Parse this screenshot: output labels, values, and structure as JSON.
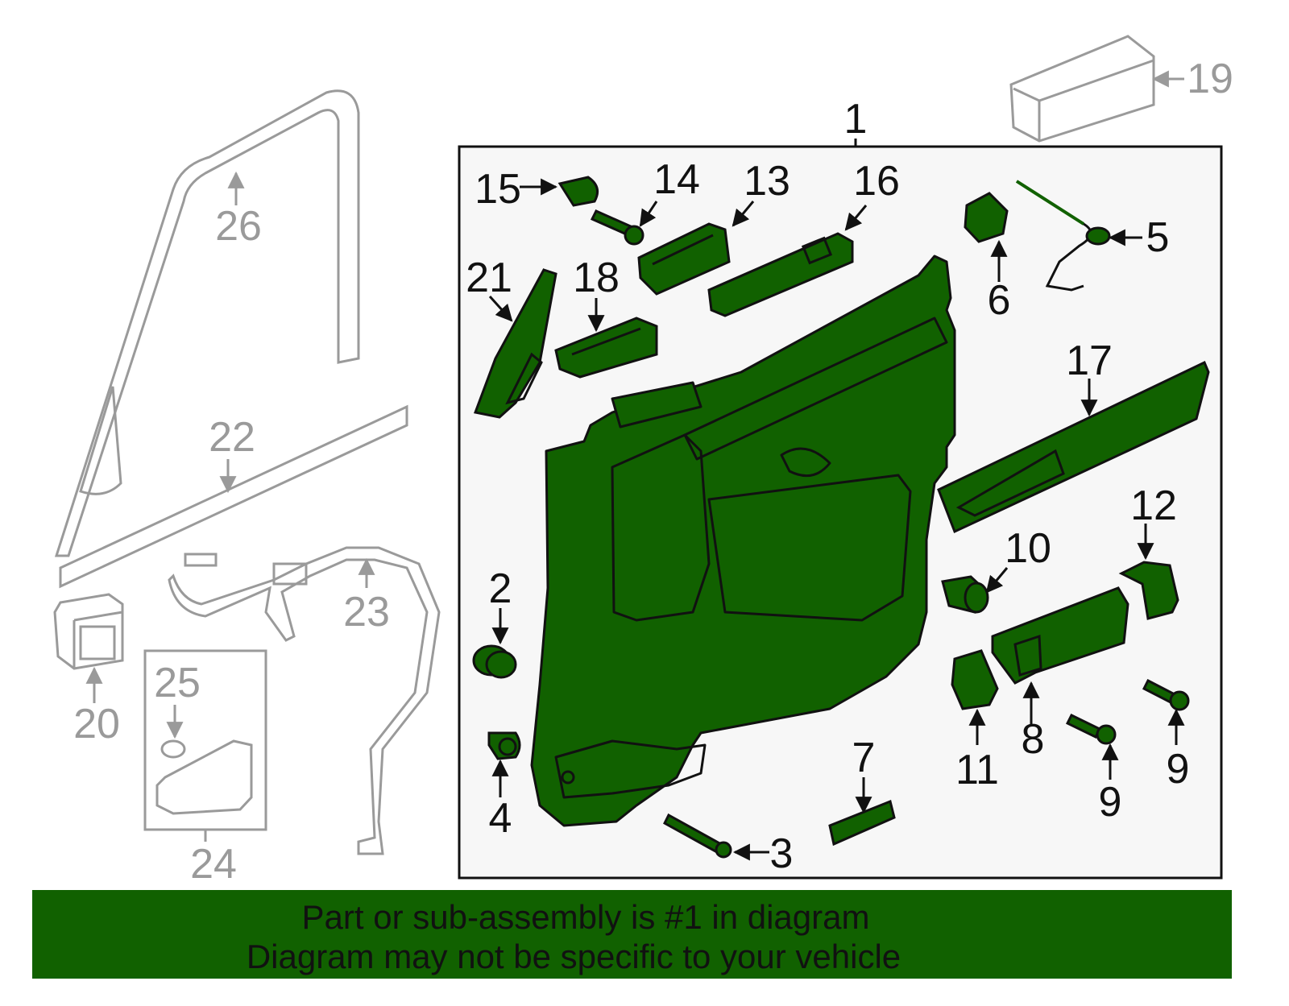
{
  "colors": {
    "highlight_fill": "#116100",
    "panel_bg": "#f7f7f7",
    "callout_gray": "#9a9a9a",
    "footer_bg": "#116100"
  },
  "callouts": {
    "c1": "1",
    "c2": "2",
    "c3": "3",
    "c4": "4",
    "c5": "5",
    "c6": "6",
    "c7": "7",
    "c8": "8",
    "c9a": "9",
    "c9b": "9",
    "c10": "10",
    "c11": "11",
    "c12": "12",
    "c13": "13",
    "c14": "14",
    "c15": "15",
    "c16": "16",
    "c17": "17",
    "c18": "18",
    "c19": "19",
    "c20": "20",
    "c21": "21",
    "c22": "22",
    "c23": "23",
    "c24": "24",
    "c25": "25",
    "c26": "26"
  },
  "footer": {
    "line1": "Part or sub-assembly is #1 in diagram",
    "line2": "Diagram may not be specific to your vehicle"
  }
}
